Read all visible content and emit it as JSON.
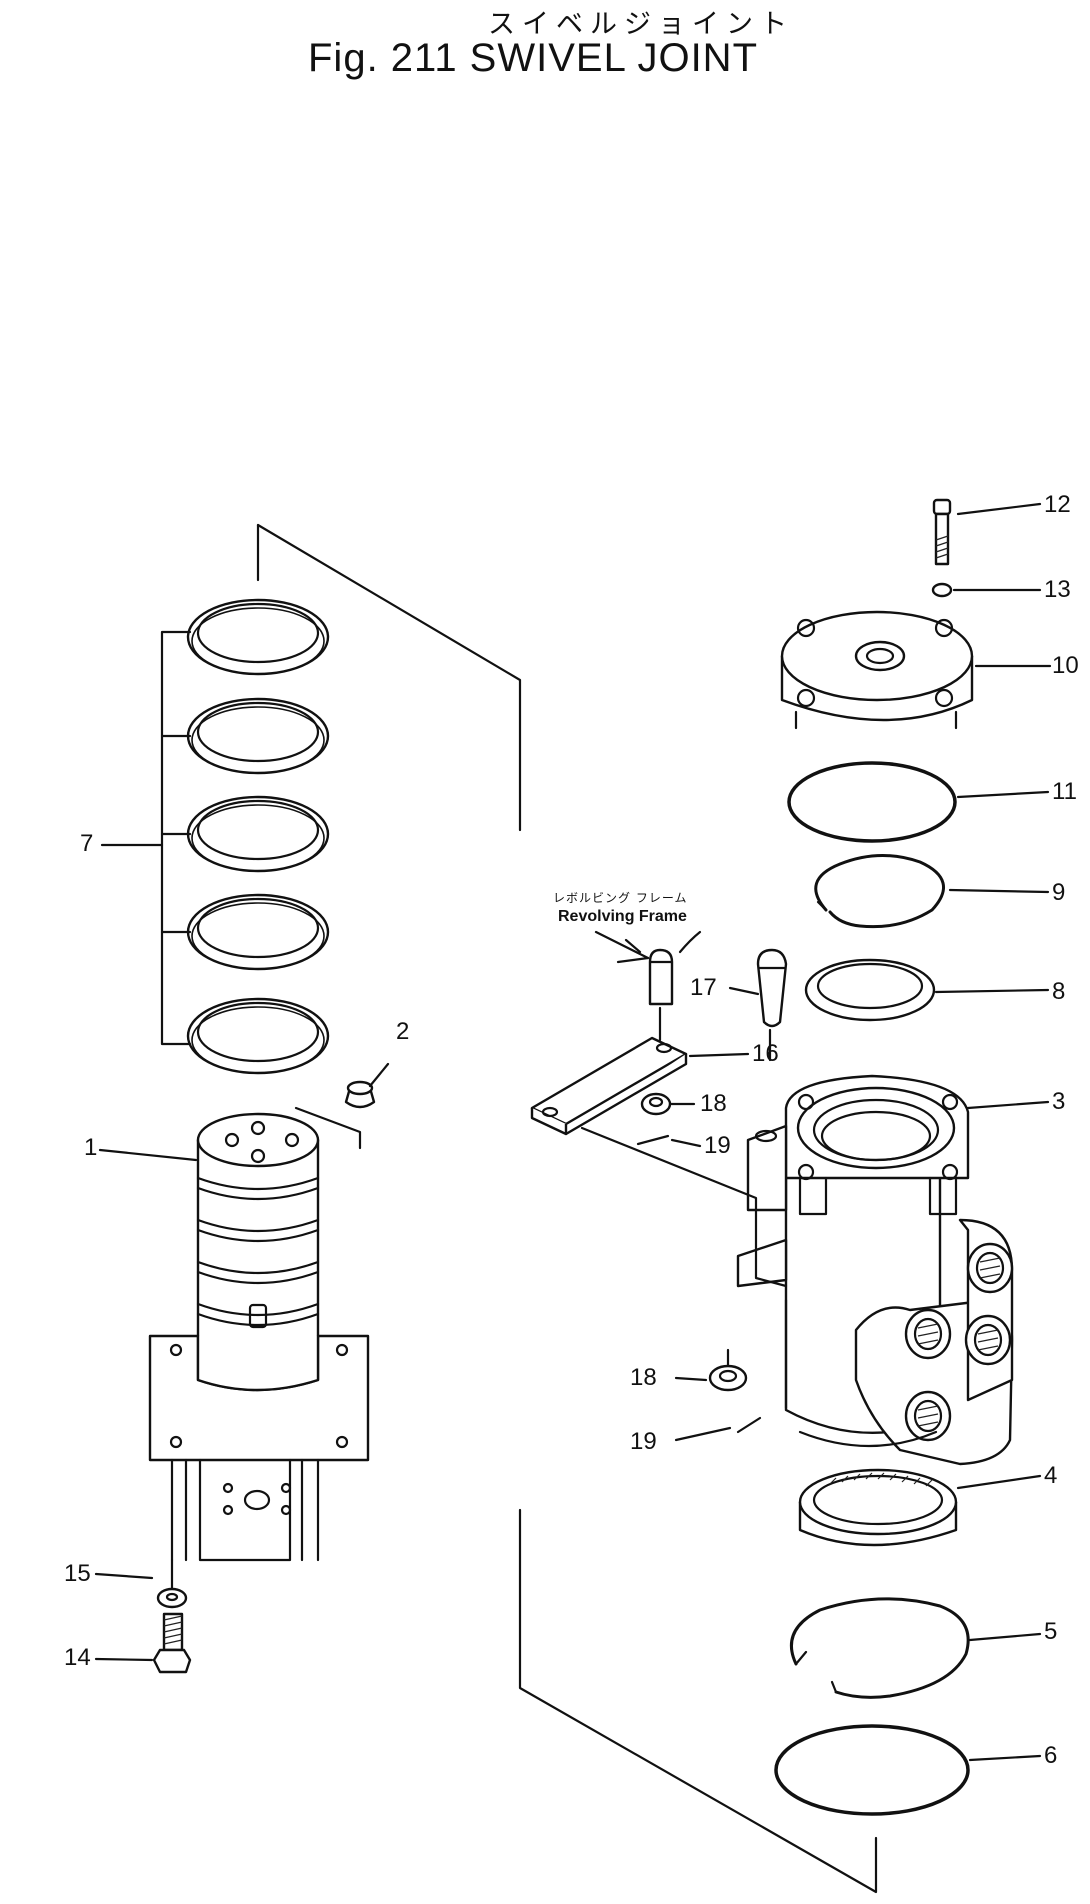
{
  "figure": {
    "title_jp": "スイベルジョイント",
    "title_en": "Fig. 211 SWIVEL JOINT"
  },
  "note": {
    "jp": "レボルビング フレーム",
    "en": "Revolving Frame"
  },
  "callouts": [
    {
      "id": "1",
      "text": "1"
    },
    {
      "id": "2",
      "text": "2"
    },
    {
      "id": "3",
      "text": "3"
    },
    {
      "id": "4",
      "text": "4"
    },
    {
      "id": "5",
      "text": "5"
    },
    {
      "id": "6",
      "text": "6"
    },
    {
      "id": "7",
      "text": "7"
    },
    {
      "id": "8",
      "text": "8"
    },
    {
      "id": "9",
      "text": "9"
    },
    {
      "id": "10",
      "text": "10"
    },
    {
      "id": "11",
      "text": "11"
    },
    {
      "id": "12",
      "text": "12"
    },
    {
      "id": "13",
      "text": "13"
    },
    {
      "id": "14",
      "text": "14"
    },
    {
      "id": "15",
      "text": "15"
    },
    {
      "id": "16",
      "text": "16"
    },
    {
      "id": "17",
      "text": "17"
    },
    {
      "id": "18a",
      "text": "18"
    },
    {
      "id": "19a",
      "text": "19"
    },
    {
      "id": "18b",
      "text": "18"
    },
    {
      "id": "19b",
      "text": "19"
    }
  ]
}
